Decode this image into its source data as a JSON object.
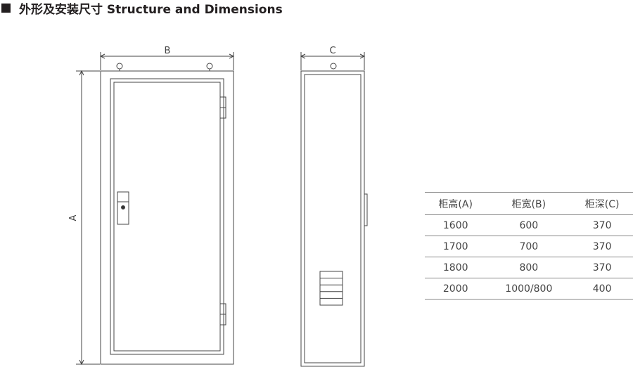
{
  "title": "外形及安装尺寸 Structure and Dimensions",
  "drawing": {
    "label_a": "A",
    "label_b": "B",
    "label_c": "C"
  },
  "table": {
    "headers": [
      "柜高(A)",
      "柜宽(B)",
      "柜深(C)"
    ],
    "rows": [
      [
        "1600",
        "600",
        "370"
      ],
      [
        "1700",
        "700",
        "370"
      ],
      [
        "1800",
        "800",
        "370"
      ],
      [
        "2000",
        "1000/800",
        "400"
      ]
    ]
  }
}
